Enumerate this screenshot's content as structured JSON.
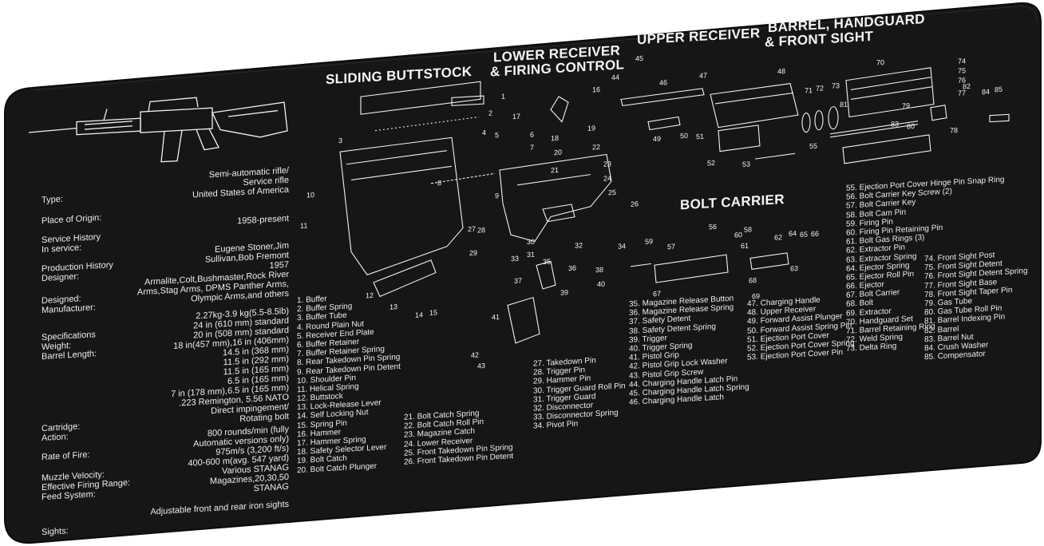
{
  "sections": {
    "buttstock": "SLIDING BUTTSTOCK",
    "lower_1": "LOWER RECEIVER",
    "lower_2": "& FIRING CONTROL",
    "upper": "UPPER RECEIVER",
    "barrel_1": "BARREL, HANDGUARD",
    "barrel_2": "&  FRONT SIGHT",
    "bolt": "BOLT CARRIER"
  },
  "specs": {
    "labels": {
      "type": "Type:",
      "origin": "Place of Origin:",
      "service_1": "Service History",
      "service_2": "In service:",
      "production_1": "Production History",
      "production_2": "Designer:",
      "designed": "Designed:",
      "manufacturer": "Manufacturer:",
      "specifications": "Specifications",
      "weight": "Weight:",
      "barrel_length": "Barrel Length:",
      "cartridge": "Cartridge:",
      "action": "Action:",
      "rate": "Rate of Fire:",
      "muzzle": "Muzzle Velocity:",
      "range": "Effective Firing Range:",
      "feed": "Feed System:",
      "sights": "Sights:"
    },
    "values": {
      "type_1": "Semi-automatic rifle/",
      "type_2": "Service rifle",
      "origin": "United States of America",
      "service": "1958-present",
      "designer_1": "Eugene Stoner,Jim",
      "designer_2": "Sullivan,Bob Fremont",
      "designed": "1957",
      "mfr_1": "Armalite,Colt,Bushmaster,Rock River",
      "mfr_2": "Arms,Stag Arms, DPMS Panther Arms,",
      "mfr_3": "Olympic Arms,and others",
      "weight": "2.27kg-3.9 kg(5.5-8.5lb)",
      "barrel_1": "24 in (610 mm) standard",
      "barrel_2": "20 in (508 mm) standard",
      "barrel_3": "18 in(457 mm),16 in (406mm)",
      "barrel_4": "14.5 in (368 mm)",
      "barrel_5": "11.5 in (292 mm)",
      "barrel_6": "11.5 in (165 mm)",
      "barrel_7": "6.5 in (165 mm)",
      "barrel_8": "7 in (178 mm),6.5 in (165 mm)",
      "cartridge": ".223 Remington, 5.56 NATO",
      "action_1": "Direct impingement/",
      "action_2": "Rotating bolt",
      "rate_1": "800 rounds/min (fully",
      "rate_2": "Automatic versions only)",
      "muzzle_1": "975m/s (3,200 ft/s)",
      "muzzle_2": "400-600 m(avg. 547 yard)",
      "feed_1": "Various STANAG",
      "feed_2": "Magazines,20,30,50",
      "feed_3": "STANAG",
      "sights": "Adjustable front and rear iron sights"
    }
  },
  "parts": {
    "col1": [
      "1. Buffer",
      "2. Buffer Spring",
      "3. Buffer Tube",
      "4. Round Plain Nut",
      "5. Receiver End Plate",
      "6. Buffer Retainer",
      "7. Buffer Retainer Spring",
      "8. Rear Takedown Pin Spring",
      "9. Rear Takedown Pin Detent",
      "10. Shoulder Pin",
      "11. Helical Spring",
      "12. Buttstock",
      "13. Lock-Release Lever",
      "14. Self Locking Nut",
      "15. Spring Pin",
      "16. Hammer",
      "17. Hammer Spring",
      "18. Safety Selector Lever",
      "19. Bolt Catch",
      "20. Bolt Catch Plunger"
    ],
    "col2": [
      "21. Bolt Catch Spring",
      "22. Bolt Catch Roll Pin",
      "23. Magazine Catch",
      "24. Lower Receiver",
      "25. Front Takedown Pin Spring",
      "26. Front Takedown Pin Detent"
    ],
    "col3": [
      "27. Takedown Pin",
      "28. Trigger Pin",
      "29. Hammer Pin",
      "30. Trigger Guard Roll Pin",
      "31. Trigger Guard",
      "32. Disconnector",
      "33. Disconnector Spring",
      "34. Pivot Pin"
    ],
    "col4": [
      "35. Magazine Release Button",
      "36. Magazine Release Spring",
      "37. Safety Detent",
      "38. Safety Detent Spring",
      "39. Trigger",
      "40. Trigger Spring",
      "41. Pistol Grip",
      "42. Pistol Grip Lock Washer",
      "43. Pistol Grip Screw",
      "44. Charging Handle Latch Pin",
      "45. Charging Handle Latch Spring",
      "46. Charging Handle Latch"
    ],
    "col5": [
      "47. Charging Handle",
      "48. Upper Receiver",
      "49. Forward Assist Plunger",
      "50. Forward Assist Spring Pin",
      "51. Ejection Port Cover",
      "52. Ejection Port Cover Spring",
      "53. Ejection Port Cover Pin"
    ],
    "col6": [
      "55. Ejection Port Cover Hinge Pin Snap Ring",
      "56. Bolt Carrier Key Screw (2)",
      "57. Bolt Carrier Key",
      "58. Bolt Cam Pin",
      "59. Firing Pin",
      "60. Firing Pin Retaining Pin",
      "61. Bolt Gas Rings (3)",
      "62. Extractor Pin",
      "63. Extractor Spring",
      "64. Ejector Spring",
      "65. Ejector Roll Pin",
      "66. Ejector",
      "67. Bolt Carrier",
      "68. Bolt",
      "69. Extractor",
      "70. Handguard  Set",
      "71. Barrel Retaining Ring",
      "72. Weld Spring",
      "73. Delta Ring"
    ],
    "col7": [
      "74. Front Sight Post",
      "75. Front Sight Detent",
      "76. Front Sight Detent Spring",
      "77. Front Sight Base",
      "78. Front Sight Taper Pin",
      "79. Gas Tube",
      "80. Gas Tube Roll Pin",
      "81. Barrel Indexing Pin",
      "82. Barrel",
      "83. Barrel Nut",
      "84. Crush Washer",
      "85. Compensator"
    ]
  },
  "callouts": [
    "1",
    "2",
    "3",
    "4",
    "5",
    "6",
    "7",
    "8",
    "9",
    "10",
    "11",
    "12",
    "13",
    "14",
    "15",
    "16",
    "17",
    "18",
    "19",
    "20",
    "21",
    "22",
    "23",
    "24",
    "25",
    "26",
    "27",
    "28",
    "29",
    "30",
    "31",
    "32",
    "33",
    "34",
    "35",
    "36",
    "37",
    "38",
    "39",
    "40",
    "41",
    "42",
    "43",
    "44",
    "45",
    "46",
    "47",
    "48",
    "49",
    "50",
    "51",
    "52",
    "53",
    "55",
    "56",
    "57",
    "58",
    "59",
    "60",
    "61",
    "62",
    "63",
    "64",
    "65",
    "66",
    "67",
    "68",
    "69",
    "70",
    "71",
    "72",
    "73",
    "74",
    "75",
    "76",
    "77",
    "78",
    "79",
    "80",
    "81",
    "82",
    "83",
    "84",
    "85"
  ],
  "colors": {
    "mat": "#161616",
    "ink": "#f2f2f2",
    "background": "#ffffff"
  }
}
